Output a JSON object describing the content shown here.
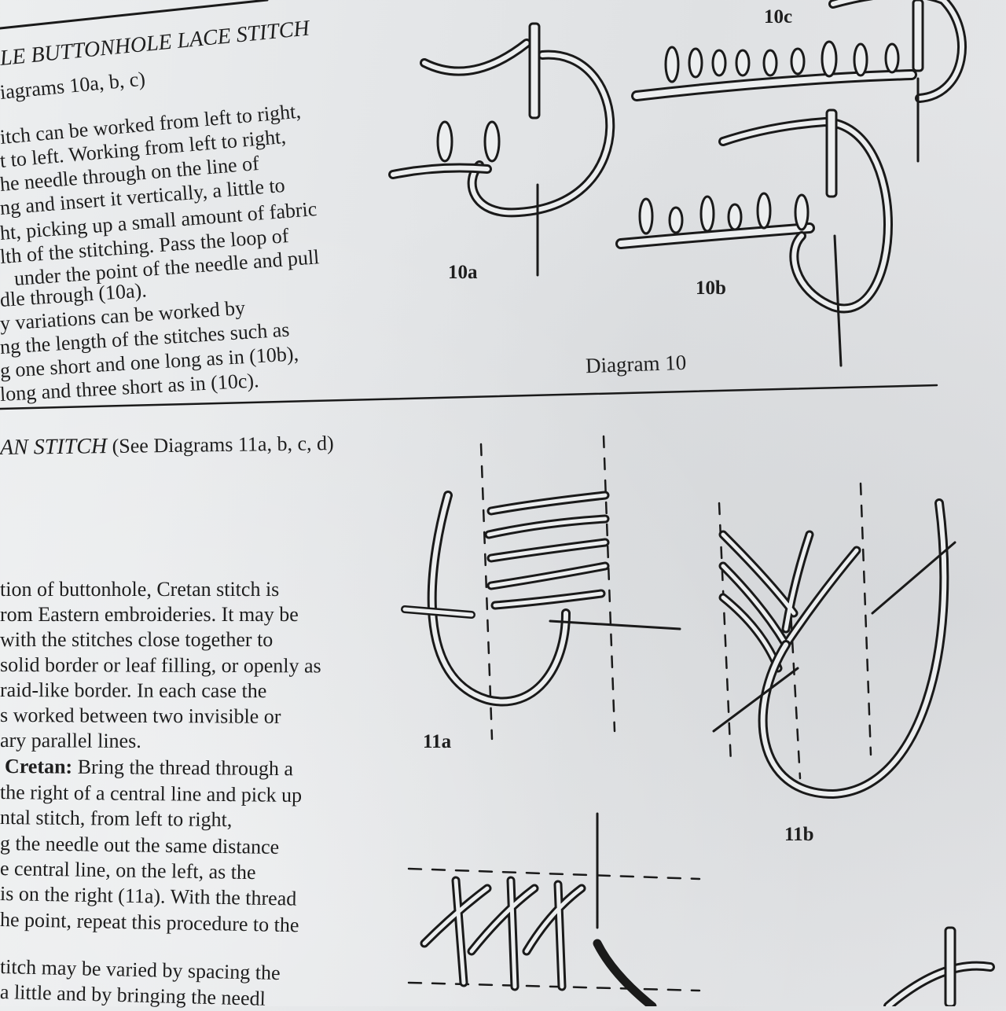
{
  "section1": {
    "heading": "LE BUTTONHOLE LACE STITCH",
    "subheading": "iagrams 10a, b, c)",
    "lines": [
      "itch can be worked from left to right,",
      "t to left. Working from left to right,",
      "he needle through on the line of",
      "ng and insert it vertically, a little to",
      "ht, picking up a small amount of fabric",
      "lth of the stitching. Pass the loop of",
      "under the point of the needle and pull",
      "dle through (10a).",
      "y variations can be worked by",
      "ng the length of the stitches such as",
      "g one short and one long as in (10b),",
      "long and three short as in (10c)."
    ]
  },
  "diagram10": {
    "caption": "Diagram 10",
    "labels": {
      "a": "10a",
      "b": "10b",
      "c": "10c"
    }
  },
  "section2": {
    "heading_italic": "AN STITCH",
    "heading_rest": " (See Diagrams 11a, b, c, d)",
    "lines": [
      "tion of buttonhole, Cretan stitch is",
      "rom Eastern embroideries. It may be",
      " with the stitches close together to",
      "solid border or leaf filling, or openly as",
      "raid-like border. In each case the",
      "s worked between two invisible or",
      "ary parallel lines."
    ],
    "cretan_label": "Cretan:",
    "cretan_lines": [
      " Bring the thread through a",
      " the right of a central line and pick up",
      "ntal stitch, from left to right,",
      "g the needle out the same distance",
      "e central line, on the left, as the",
      "is on the right (11a). With the thread",
      "he point, repeat this procedure to the"
    ],
    "final_lines": [
      "titch may be varied by spacing the",
      " a little and by bringing the needl"
    ]
  },
  "diagram11": {
    "labels": {
      "a": "11a",
      "b": "11b"
    }
  }
}
